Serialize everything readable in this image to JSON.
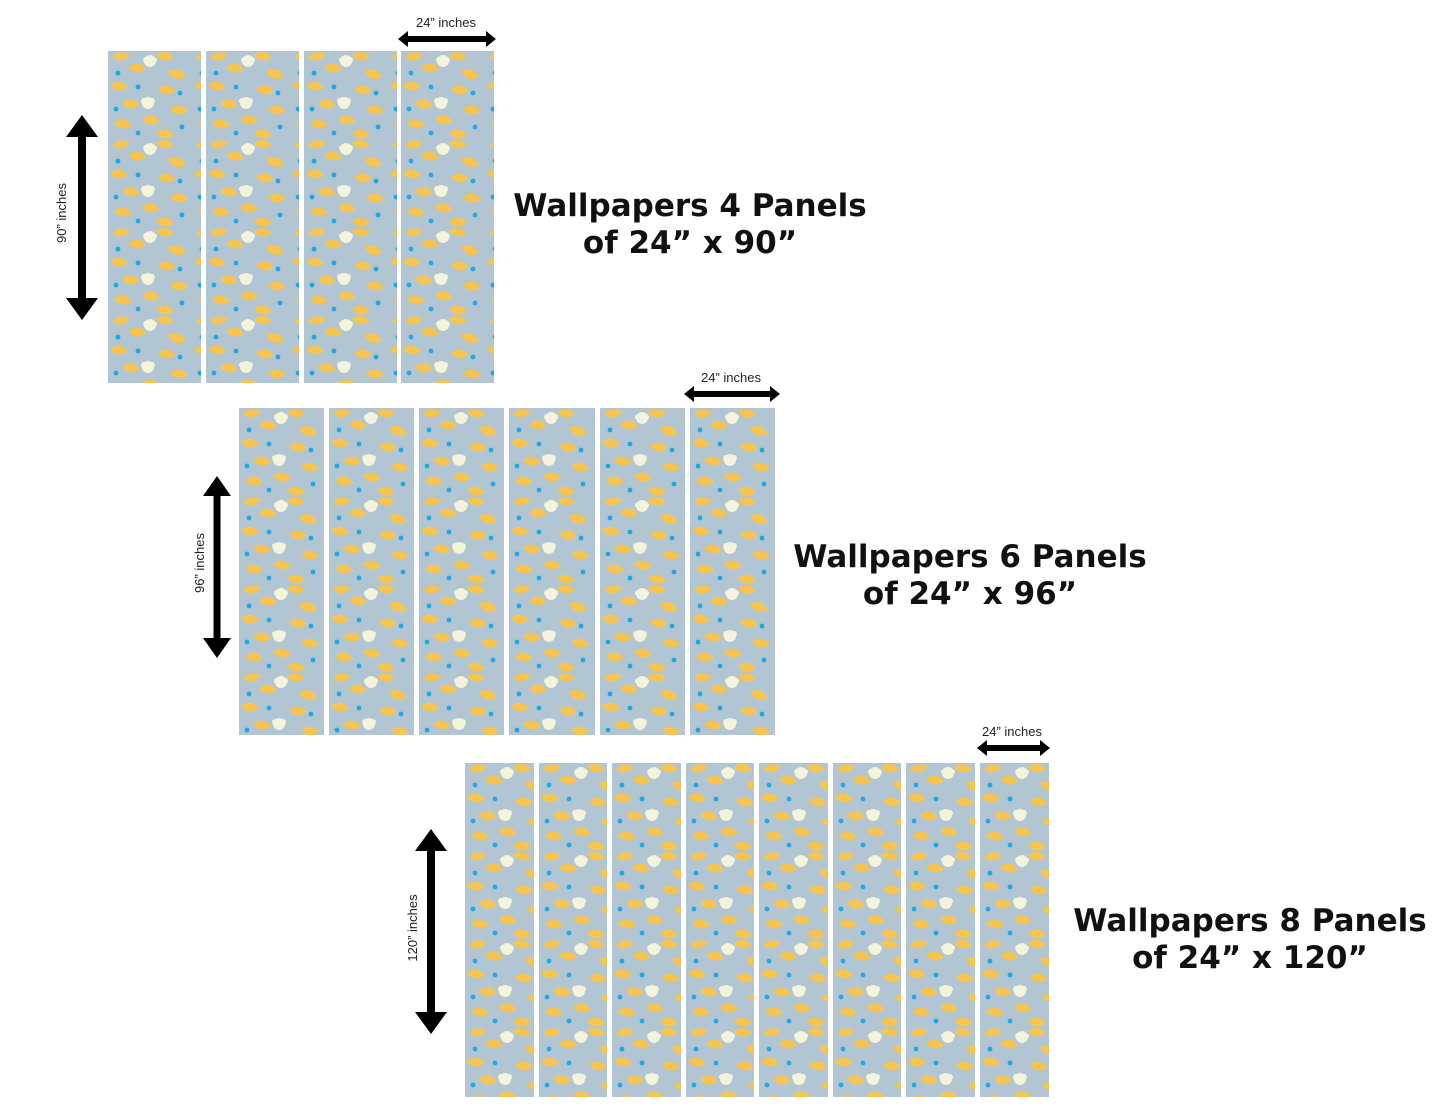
{
  "colors": {
    "panel_background": "#b1c6d2",
    "leaf": "#f6c44f",
    "flower": "#f4f3dc",
    "dot": "#1ea7e3",
    "arrow": "#000000"
  },
  "icons": {
    "width_arrow": "double-arrow-horizontal-icon",
    "height_arrow": "double-arrow-vertical-icon"
  },
  "groups": [
    {
      "id": "4-panels",
      "panel_count": 4,
      "width_label": "24” inches",
      "height_label": "90” inches",
      "title_line1": "Wallpapers 4 Panels",
      "title_line2": "of 24” x 90”"
    },
    {
      "id": "6-panels",
      "panel_count": 6,
      "width_label": "24”  inches",
      "height_label": "96”  inches",
      "title_line1": "Wallpapers 6 Panels",
      "title_line2": "of 24” x 96”"
    },
    {
      "id": "8-panels",
      "panel_count": 8,
      "width_label": "24”  inches",
      "height_label": "120”  inches",
      "title_line1": "Wallpapers 8 Panels",
      "title_line2": "of 24” x 120”"
    }
  ]
}
